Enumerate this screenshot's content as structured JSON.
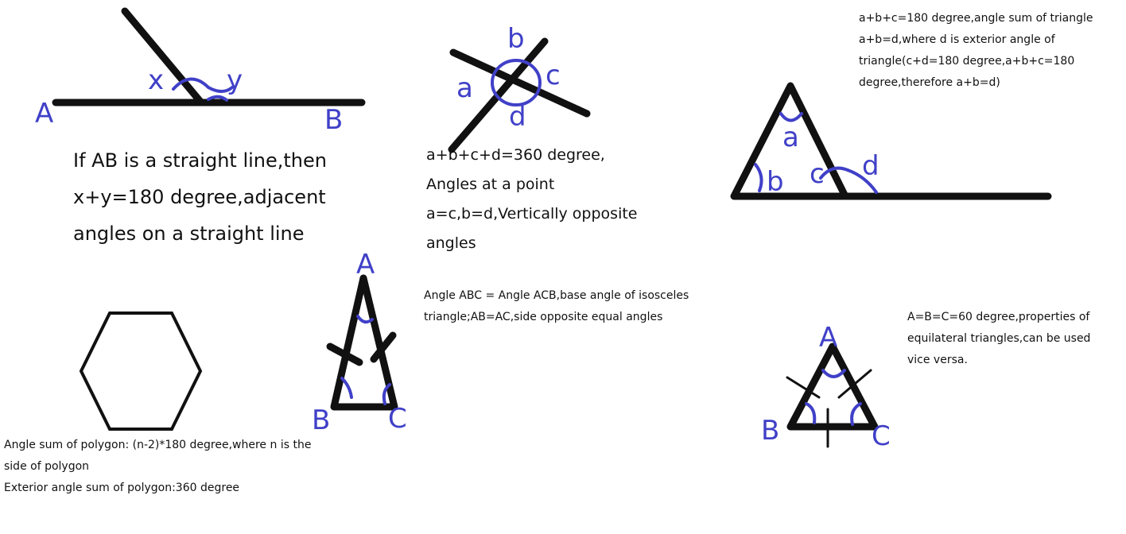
{
  "notes": {
    "straight_line": "If AB is a straight line,then\nx+y=180 degree,adjacent\nangles on a straight line",
    "angles_at_point": "a+b+c+d=360 degree,\nAngles at a point\na=c,b=d,Vertically opposite\nangles",
    "triangle_sum": "a+b+c=180 degree,angle sum of triangle\na+b=d,where d is exterior angle of\ntriangle(c+d=180 degree,a+b+c=180\ndegree,therefore a+b=d)",
    "isosceles": "Angle ABC = Angle ACB,base angle of isosceles\ntriangle;AB=AC,side opposite equal angles",
    "equilateral": "A=B=C=60 degree,properties of\nequilateral triangles,can be used\nvice versa.",
    "polygon": "Angle sum of polygon: (n-2)*180 degree,where n is the\nside of polygon\nExterior angle sum of polygon:360 degree"
  },
  "labels": {
    "line_a": "A",
    "line_b": "B",
    "x": "x",
    "y": "y",
    "pt_a": "a",
    "pt_b": "b",
    "pt_c": "c",
    "pt_d": "d",
    "tri_a": "a",
    "tri_b": "b",
    "tri_c": "c",
    "tri_d": "d",
    "iso_a": "A",
    "iso_b": "B",
    "iso_c": "C",
    "eq_a": "A",
    "eq_b": "B",
    "eq_c": "C"
  },
  "colors": {
    "ink": "#111111",
    "pen": "#4040c8"
  }
}
